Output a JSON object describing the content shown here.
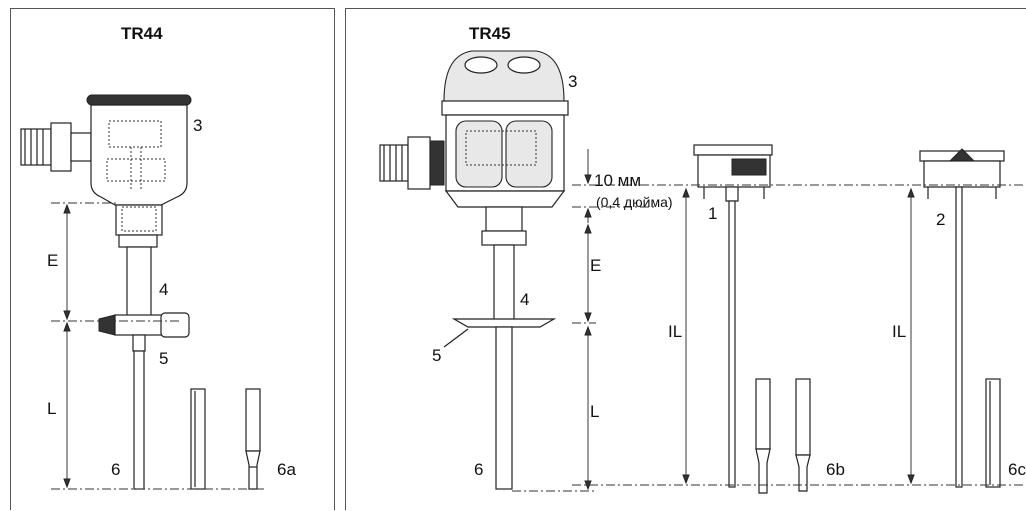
{
  "left_panel": {
    "title": "TR44",
    "labels": {
      "housing": "3",
      "neck": "4",
      "connection": "5",
      "probe": "6",
      "tip_reduced": "6a",
      "dim_e": "E",
      "dim_l": "L"
    }
  },
  "right_panel": {
    "title": "TR45",
    "labels": {
      "housing": "3",
      "neck": "4",
      "connection": "5",
      "probe": "6",
      "insert_1": "1",
      "insert_2": "2",
      "tip_reduced": "6b",
      "tip_straight": "6c",
      "dim_e": "E",
      "dim_l": "L",
      "dim_il_1": "IL",
      "dim_il_2": "IL",
      "offset_mm": "10 мм",
      "offset_in": "(0,4 дюйма)"
    }
  }
}
